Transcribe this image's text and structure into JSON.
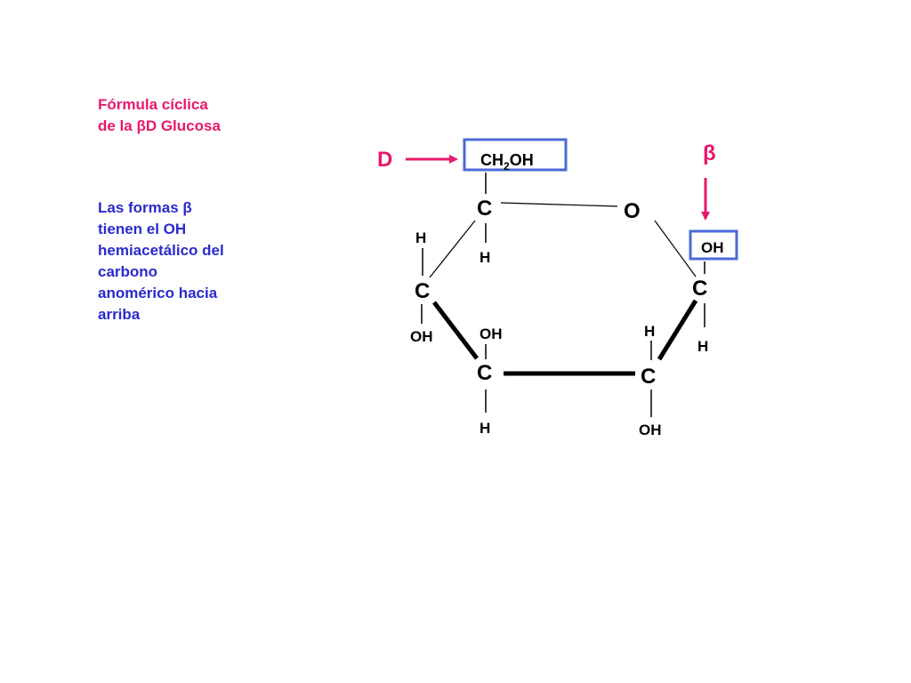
{
  "title_lines": [
    "Fórmula cíclica",
    "de la βD Glucosa"
  ],
  "description_lines": [
    "Las formas β",
    "tienen el OH",
    "hemiacetálico del",
    "carbono",
    "anomérico hacia",
    "arriba"
  ],
  "diagram": {
    "d_label": "D",
    "beta_label": "β",
    "ch2oh_main": "CH",
    "ch2oh_sub": "2",
    "ch2oh_tail": "OH",
    "ring_oxygen": "O",
    "carbon": "C",
    "c5_bottom": "H",
    "c4_top": "H",
    "c4_bottom": "OH",
    "c3_top": "OH",
    "c3_bottom": "H",
    "c2_top": "H",
    "c2_bottom": "OH",
    "c1_top": "OH",
    "c1_bottom": "H"
  },
  "colors": {
    "title": "#e8196b",
    "description": "#2a2acd",
    "highlight_box": "#4a6ad8",
    "arrow": "#e8196b",
    "structure": "#000000"
  }
}
